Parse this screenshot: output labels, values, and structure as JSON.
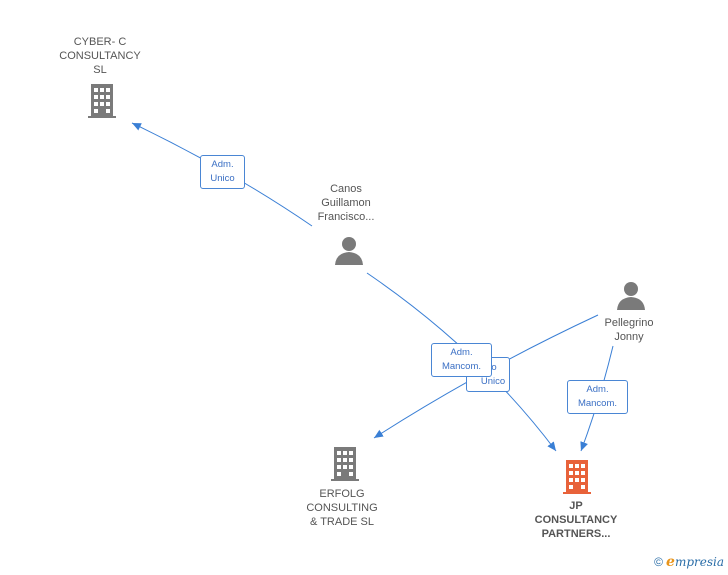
{
  "colors": {
    "edge": "#3a7fd5",
    "building": "#7a7a7a",
    "building_highlight": "#e8623a",
    "person": "#7a7a7a",
    "box_border": "#4a86d4",
    "box_text": "#3a6fc4"
  },
  "nodes": {
    "cyber": {
      "label": "CYBER- C\nCONSULTANCY\nSL",
      "icon": "building-icon"
    },
    "canos": {
      "label": "Canos\nGuillamon\nFrancisco...",
      "icon": "person-icon"
    },
    "pellegrino": {
      "label": "Pellegrino\nJonny",
      "icon": "person-icon"
    },
    "erfolg": {
      "label": "ERFOLG\nCONSULTING\n& TRADE SL",
      "icon": "building-icon"
    },
    "jp": {
      "label": "JP\nCONSULTANCY\nPARTNERS...",
      "icon": "building-icon"
    }
  },
  "edge_labels": {
    "adm_unico": "Adm.\nUnico",
    "adm_mancom_1": "Adm.\nMancom.",
    "socio_unico": "io\nUnico",
    "adm_mancom_2": "Adm.\nMancom."
  },
  "footer": {
    "copyright": "©",
    "brand_initial": "e",
    "brand_rest": "mpresia"
  }
}
